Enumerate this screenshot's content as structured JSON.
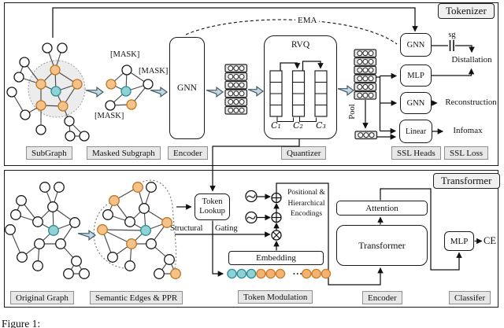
{
  "colors": {
    "edge": "#4a4a4a",
    "node_fill": {
      "w": "#ffffff",
      "o": "#F5C289",
      "c": "#8FD2D5"
    },
    "node_stroke": {
      "w": "#1a1a1a",
      "o": "#BE7722",
      "c": "#2E8A92"
    },
    "token_fill": {
      "teal": "#8FD2D5",
      "orange": "#F4B271"
    },
    "token_stroke": {
      "teal": "#2E8A92",
      "orange": "#C87B2A"
    },
    "stack_fill": "#e9e9e9",
    "block_arrow_fill": "#C6D7E0",
    "block_arrow_stroke": "#3E5B6B"
  },
  "dots": "···",
  "caption": "Figure 1:",
  "tokenizer": {
    "tag": "Tokenizer",
    "ema": "EMA",
    "mask": "[MASK]",
    "encoder_box": "GNN",
    "rvq_title": "RVQ",
    "codebooks": [
      "C₁",
      "C₂",
      "C₃"
    ],
    "pool": "Pool",
    "heads": {
      "gnn_top": "GNN",
      "mlp": "MLP",
      "gnn_mid": "GNN",
      "linear": "Linear"
    },
    "sg": "sg",
    "losses": {
      "distill": "Distallation",
      "recon": "Reconstruction",
      "infomax": "Infomax"
    },
    "labels": [
      "SubGraph",
      "Masked Subgraph",
      "Encoder",
      "Quantizer",
      "SSL Heads",
      "SSL Loss"
    ]
  },
  "transformer": {
    "tag": "Transformer",
    "token_lookup": [
      "Token",
      "Lookup"
    ],
    "structural": "Structural",
    "gating": "Gating",
    "pos_enc_lines": [
      "Positional &",
      "Hierarchical",
      "Encodings"
    ],
    "embedding": "Embedding",
    "attention": "Attention",
    "transformer_box": "Transformer",
    "mlp": "MLP",
    "ce": "CE",
    "labels": [
      "Original Graph",
      "Semantic Edges & PPR",
      "Token Modulation",
      "Encoder",
      "Classifer"
    ]
  },
  "token_row": [
    "teal",
    "teal",
    "teal",
    "orange",
    "orange",
    "orange",
    "dots",
    "orange",
    "orange",
    "orange"
  ],
  "graph_data": {
    "graphs": {
      "g1": {
        "r": 6,
        "nodes": [
          [
            60,
            61,
            "w"
          ],
          [
            79,
            61,
            "w"
          ],
          [
            31,
            79,
            "w"
          ],
          [
            24,
            98,
            "w"
          ],
          [
            70,
            89,
            "o"
          ],
          [
            52,
            107,
            "o"
          ],
          [
            98,
            107,
            "o"
          ],
          [
            71,
            116,
            "c"
          ],
          [
            15,
            117,
            "w"
          ],
          [
            52,
            134,
            "o"
          ],
          [
            80,
            135,
            "o"
          ],
          [
            32,
            146,
            "w"
          ],
          [
            52,
            165,
            "w"
          ],
          [
            88,
            154,
            "w"
          ],
          [
            89,
            173,
            "w"
          ],
          [
            107,
            173,
            "w"
          ]
        ],
        "edges": [
          [
            0,
            4
          ],
          [
            1,
            4
          ],
          [
            2,
            3
          ],
          [
            2,
            5
          ],
          [
            3,
            5
          ],
          [
            4,
            5
          ],
          [
            4,
            6
          ],
          [
            4,
            7
          ],
          [
            5,
            7
          ],
          [
            6,
            7
          ],
          [
            5,
            9
          ],
          [
            9,
            10
          ],
          [
            7,
            10
          ],
          [
            6,
            10
          ],
          [
            8,
            11
          ],
          [
            11,
            9
          ],
          [
            9,
            12
          ],
          [
            10,
            13
          ],
          [
            13,
            14
          ],
          [
            13,
            15
          ],
          [
            14,
            15
          ]
        ]
      },
      "g2": {
        "r": 6,
        "nodes": [
          [
            161,
            89,
            "w"
          ],
          [
            188,
            107,
            "w"
          ],
          [
            141,
            107,
            "o"
          ],
          [
            160,
            116,
            "c"
          ],
          [
            140,
            134,
            "w"
          ],
          [
            167,
            133,
            "o"
          ]
        ],
        "edges": [
          [
            0,
            2
          ],
          [
            0,
            1
          ],
          [
            0,
            3
          ],
          [
            2,
            3
          ],
          [
            3,
            1
          ],
          [
            3,
            4
          ],
          [
            4,
            5
          ],
          [
            5,
            1
          ]
        ]
      },
      "g3": {
        "r": 6.3,
        "nodes": [
          [
            57,
            238,
            "w"
          ],
          [
            75,
            238,
            "w"
          ],
          [
            27,
            255,
            "w"
          ],
          [
            20,
            273,
            "w"
          ],
          [
            67,
            263,
            "w"
          ],
          [
            48,
            282,
            "w"
          ],
          [
            95,
            283,
            "w"
          ],
          [
            68,
            293,
            "c"
          ],
          [
            13,
            292,
            "w"
          ],
          [
            50,
            310,
            "w"
          ],
          [
            77,
            310,
            "w"
          ],
          [
            28,
            327,
            "w"
          ],
          [
            48,
            338,
            "w"
          ],
          [
            97,
            332,
            "w"
          ],
          [
            87,
            348,
            "w"
          ],
          [
            107,
            348,
            "w"
          ]
        ],
        "edges": [
          [
            0,
            4
          ],
          [
            1,
            4
          ],
          [
            2,
            3
          ],
          [
            2,
            5
          ],
          [
            3,
            5
          ],
          [
            4,
            5
          ],
          [
            4,
            6
          ],
          [
            4,
            7
          ],
          [
            5,
            7
          ],
          [
            6,
            7
          ],
          [
            6,
            10
          ],
          [
            7,
            9
          ],
          [
            9,
            10
          ],
          [
            9,
            11
          ],
          [
            9,
            12
          ],
          [
            8,
            11
          ],
          [
            10,
            13
          ],
          [
            13,
            14
          ],
          [
            13,
            15
          ],
          [
            14,
            15
          ]
        ]
      },
      "g4": {
        "r": 6.3,
        "nodes": [
          [
            175,
            238,
            "o"
          ],
          [
            192,
            238,
            "w"
          ],
          [
            145,
            255,
            "o"
          ],
          [
            137,
            273,
            "w"
          ],
          [
            183,
            265,
            "w"
          ],
          [
            165,
            282,
            "w"
          ],
          [
            212,
            283,
            "o"
          ],
          [
            185,
            293,
            "c"
          ],
          [
            130,
            292,
            "o"
          ],
          [
            167,
            310,
            "o"
          ],
          [
            192,
            310,
            "w"
          ],
          [
            143,
            327,
            "w"
          ],
          [
            165,
            338,
            "w"
          ],
          [
            215,
            330,
            "w"
          ],
          [
            202,
            348,
            "w"
          ],
          [
            223,
            348,
            "o"
          ]
        ],
        "edges": [
          [
            0,
            4
          ],
          [
            1,
            4
          ],
          [
            2,
            3
          ],
          [
            2,
            5
          ],
          [
            3,
            5
          ],
          [
            4,
            5
          ],
          [
            4,
            6
          ],
          [
            4,
            7
          ],
          [
            5,
            7
          ],
          [
            6,
            7
          ],
          [
            6,
            10
          ],
          [
            7,
            9
          ],
          [
            9,
            10
          ],
          [
            9,
            11
          ],
          [
            9,
            12
          ],
          [
            8,
            11
          ],
          [
            10,
            13
          ],
          [
            13,
            14
          ],
          [
            13,
            15
          ],
          [
            14,
            15
          ],
          [
            0,
            2
          ],
          [
            8,
            7
          ],
          [
            8,
            9
          ]
        ]
      }
    }
  }
}
